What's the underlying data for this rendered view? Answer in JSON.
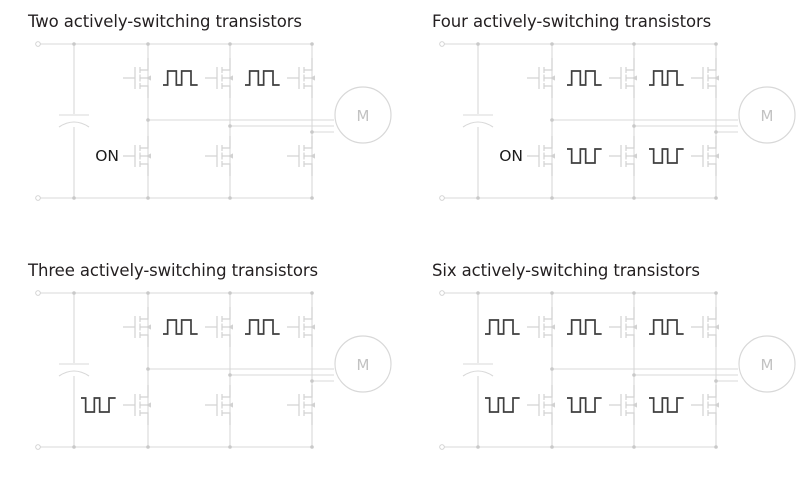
{
  "figure": {
    "title_case": "four-panel three-phase inverter switching comparison",
    "panel_count": 4,
    "colors": {
      "wire": "#d8d8d8",
      "node": "#c9c9c9",
      "waveform": "#3f3f3f",
      "title_text": "#231f20",
      "motor_text": "#c2c2c2",
      "background": "#ffffff"
    }
  },
  "panels": [
    {
      "id": "two",
      "title": "Two actively-switching transistors",
      "motor_label": "M",
      "legs": [
        {
          "index": 0,
          "high_side": {
            "annotation": "none",
            "label": ""
          },
          "low_side": {
            "annotation": "text",
            "label": "ON"
          }
        },
        {
          "index": 1,
          "high_side": {
            "annotation": "pwm",
            "label": "",
            "waveform": "normal"
          },
          "low_side": {
            "annotation": "none",
            "label": ""
          }
        },
        {
          "index": 2,
          "high_side": {
            "annotation": "pwm",
            "label": "",
            "waveform": "normal"
          },
          "low_side": {
            "annotation": "none",
            "label": ""
          }
        }
      ]
    },
    {
      "id": "four",
      "title": "Four actively-switching transistors",
      "motor_label": "M",
      "legs": [
        {
          "index": 0,
          "high_side": {
            "annotation": "none",
            "label": ""
          },
          "low_side": {
            "annotation": "text",
            "label": "ON"
          }
        },
        {
          "index": 1,
          "high_side": {
            "annotation": "pwm",
            "label": "",
            "waveform": "normal"
          },
          "low_side": {
            "annotation": "pwm",
            "label": "",
            "waveform": "inverted"
          }
        },
        {
          "index": 2,
          "high_side": {
            "annotation": "pwm",
            "label": "",
            "waveform": "normal"
          },
          "low_side": {
            "annotation": "pwm",
            "label": "",
            "waveform": "inverted"
          }
        }
      ]
    },
    {
      "id": "three",
      "title": "Three actively-switching transistors",
      "motor_label": "M",
      "legs": [
        {
          "index": 0,
          "high_side": {
            "annotation": "none",
            "label": ""
          },
          "low_side": {
            "annotation": "pwm",
            "label": "",
            "waveform": "inverted"
          }
        },
        {
          "index": 1,
          "high_side": {
            "annotation": "pwm",
            "label": "",
            "waveform": "normal"
          },
          "low_side": {
            "annotation": "none",
            "label": ""
          }
        },
        {
          "index": 2,
          "high_side": {
            "annotation": "pwm",
            "label": "",
            "waveform": "normal"
          },
          "low_side": {
            "annotation": "none",
            "label": ""
          }
        }
      ]
    },
    {
      "id": "six",
      "title": "Six actively-switching transistors",
      "motor_label": "M",
      "legs": [
        {
          "index": 0,
          "high_side": {
            "annotation": "pwm",
            "label": "",
            "waveform": "normal"
          },
          "low_side": {
            "annotation": "pwm",
            "label": "",
            "waveform": "inverted"
          }
        },
        {
          "index": 1,
          "high_side": {
            "annotation": "pwm",
            "label": "",
            "waveform": "normal"
          },
          "low_side": {
            "annotation": "pwm",
            "label": "",
            "waveform": "inverted"
          }
        },
        {
          "index": 2,
          "high_side": {
            "annotation": "pwm",
            "label": "",
            "waveform": "normal"
          },
          "low_side": {
            "annotation": "pwm",
            "label": "",
            "waveform": "inverted"
          }
        }
      ]
    }
  ]
}
